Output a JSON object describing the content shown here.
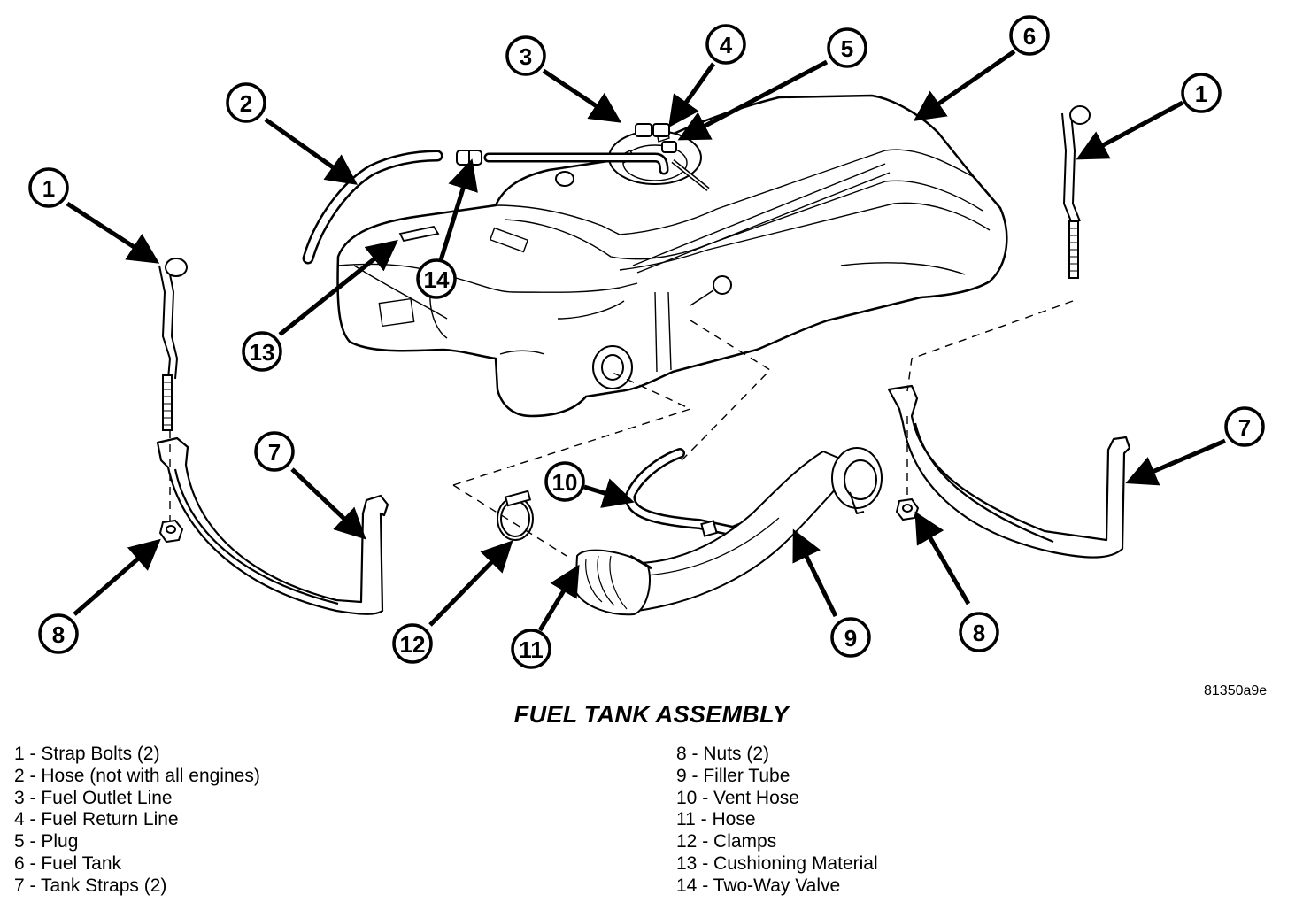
{
  "callouts": [
    {
      "n": "1"
    },
    {
      "n": "2"
    },
    {
      "n": "3"
    },
    {
      "n": "4"
    },
    {
      "n": "5"
    },
    {
      "n": "6"
    },
    {
      "n": "1"
    },
    {
      "n": "7"
    },
    {
      "n": "7"
    },
    {
      "n": "8"
    },
    {
      "n": "8"
    },
    {
      "n": "9"
    },
    {
      "n": "10"
    },
    {
      "n": "11"
    },
    {
      "n": "12"
    },
    {
      "n": "13"
    },
    {
      "n": "14"
    }
  ],
  "figure_id": "81350a9e",
  "caption": "FUEL TANK ASSEMBLY",
  "legend": [
    {
      "num": "1",
      "label": "Strap Bolts (2)"
    },
    {
      "num": "2",
      "label": "Hose (not with all engines)"
    },
    {
      "num": "3",
      "label": "Fuel Outlet Line"
    },
    {
      "num": "4",
      "label": "Fuel Return Line"
    },
    {
      "num": "5",
      "label": "Plug"
    },
    {
      "num": "6",
      "label": "Fuel Tank"
    },
    {
      "num": "7",
      "label": "Tank Straps (2)"
    },
    {
      "num": "8",
      "label": "Nuts (2)"
    },
    {
      "num": "9",
      "label": "Filler Tube"
    },
    {
      "num": "10",
      "label": "Vent Hose"
    },
    {
      "num": "11",
      "label": "Hose"
    },
    {
      "num": "12",
      "label": "Clamps"
    },
    {
      "num": "13",
      "label": "Cushioning Material"
    },
    {
      "num": "14",
      "label": "Two-Way Valve"
    }
  ]
}
